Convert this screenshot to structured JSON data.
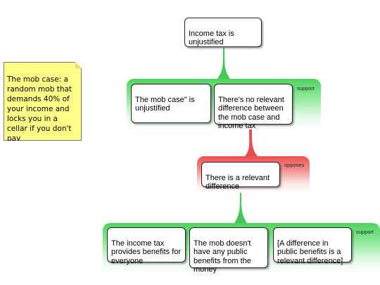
{
  "note": {
    "text": "The mob case: a random mob that demands 40% of your income and locks you in a cellar if you don't pay"
  },
  "root": {
    "text": "Income tax is unjustified"
  },
  "groups": {
    "support_top": {
      "label": "support"
    },
    "opposes": {
      "label": "opposes"
    },
    "support_bottom": {
      "label": "support"
    }
  },
  "nodes": {
    "mob_case": {
      "text": "The mob case\" is unjustified"
    },
    "no_difference": {
      "text": "There's no relevant difference between the mob case and income tax"
    },
    "relevant_difference": {
      "text": "There is a relevant difference"
    },
    "benefits": {
      "text": "The income tax provides benefits for everyone"
    },
    "no_benefits": {
      "text": "The mob doesn't have any public benefits from the money"
    },
    "difference_relevant": {
      "text": "[A difference in public benefits is a relevant difference]"
    }
  },
  "colors": {
    "support": "#44c85a",
    "opposes": "#e84d4d"
  }
}
